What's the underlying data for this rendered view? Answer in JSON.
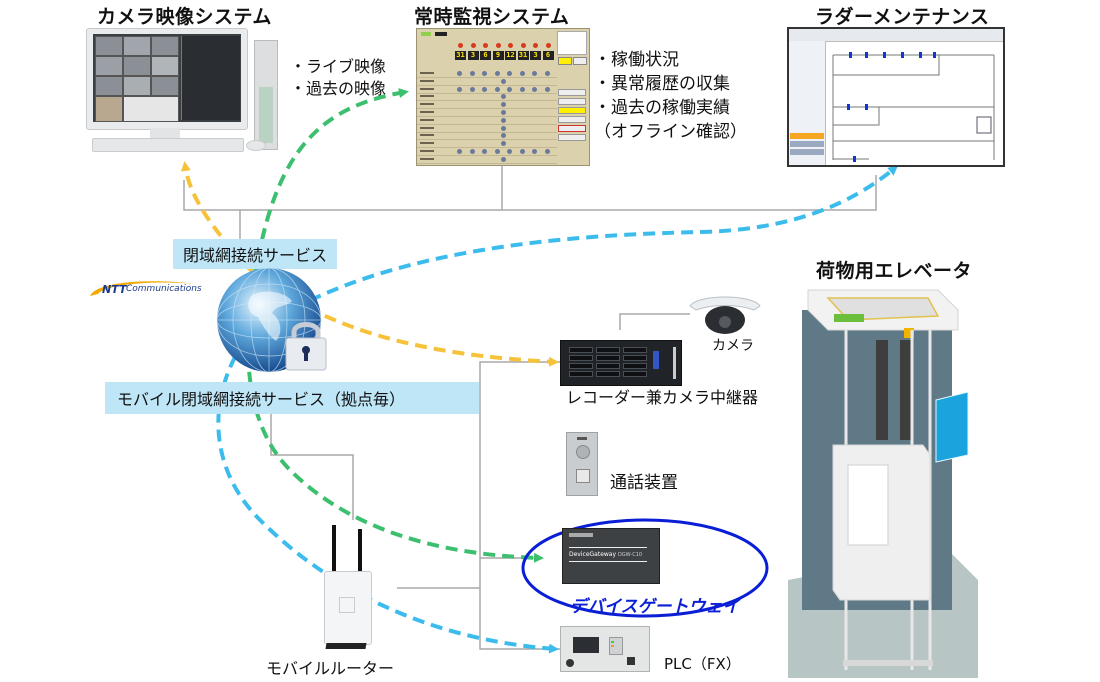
{
  "camera_system": {
    "title": "カメラ映像システム",
    "bullets": [
      "・ライブ映像",
      "・過去の映像"
    ]
  },
  "monitoring_system": {
    "title": "常時監視システム",
    "bullets": [
      "・稼働状況",
      "・異常履歴の収集",
      "・過去の稼働実績",
      "（オフライン確認）"
    ],
    "counters": [
      "31",
      "3",
      "6",
      "9",
      "12",
      "31",
      "3",
      "6"
    ]
  },
  "ladder_maintenance": {
    "title": "ラダーメンテナンス"
  },
  "network": {
    "closed_network_service": "閉域網接続サービス",
    "mobile_closed_network_service": "モバイル閉域網接続サービス（拠点毎）",
    "provider_logo_bold": "NTT",
    "provider_logo_text": "Communications"
  },
  "devices": {
    "camera": "カメラ",
    "recorder": "レコーダー兼カメラ中継器",
    "intercom": "通話装置",
    "gateway_product": "DeviceGateway",
    "gateway_model": "DGW-C10",
    "gateway": "デバイスゲートウェイ",
    "plc": "PLC（FX）",
    "router": "モバイルルーター"
  },
  "elevator": {
    "title": "荷物用エレベータ"
  },
  "colors": {
    "green_flow": "#3cbf6e",
    "yellow_flow": "#f6c23a",
    "blue_flow": "#3bbcec",
    "gateway_highlight": "#0a1ed6",
    "service_box": "#bfe6f7",
    "connector_line": "#a0a0a0"
  }
}
